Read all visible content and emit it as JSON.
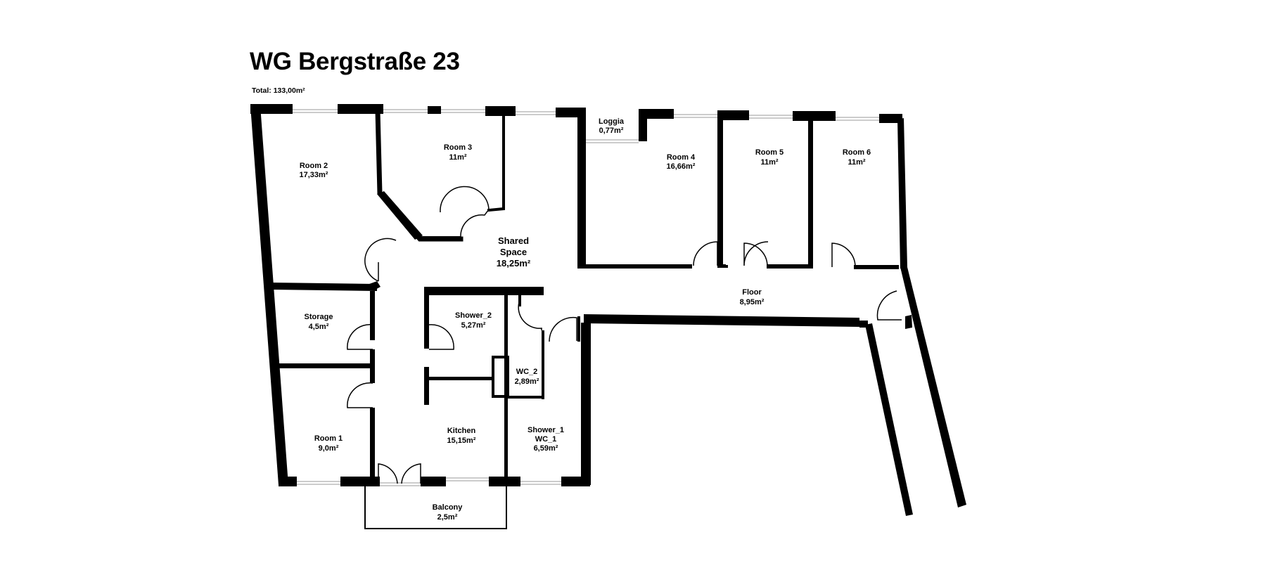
{
  "title": "WG Bergstraße 23",
  "total": "Total: 133,00m²",
  "rooms": {
    "room2": {
      "name": "Room 2",
      "area": "17,33m²"
    },
    "room3": {
      "name": "Room 3",
      "area": "11m²"
    },
    "loggia": {
      "name": "Loggia",
      "area": "0,77m²"
    },
    "room4": {
      "name": "Room 4",
      "area": "16,66m²"
    },
    "room5": {
      "name": "Room 5",
      "area": "11m²"
    },
    "room6": {
      "name": "Room 6",
      "area": "11m²"
    },
    "shared": {
      "name1": "Shared",
      "name2": "Space",
      "area": "18,25m²"
    },
    "floor": {
      "name": "Floor",
      "area": "8,95m²"
    },
    "storage": {
      "name": "Storage",
      "area": "4,5m²"
    },
    "shower2": {
      "name": "Shower_2",
      "area": "5,27m²"
    },
    "wc2": {
      "name": "WC_2",
      "area": "2,89m²"
    },
    "room1": {
      "name": "Room 1",
      "area": "9,0m²"
    },
    "kitchen": {
      "name": "Kitchen",
      "area": "15,15m²"
    },
    "shower1": {
      "name1": "Shower_1",
      "name2": "WC_1",
      "area": "6,59m²"
    },
    "balcony": {
      "name": "Balcony",
      "area": "2,5m²"
    }
  }
}
